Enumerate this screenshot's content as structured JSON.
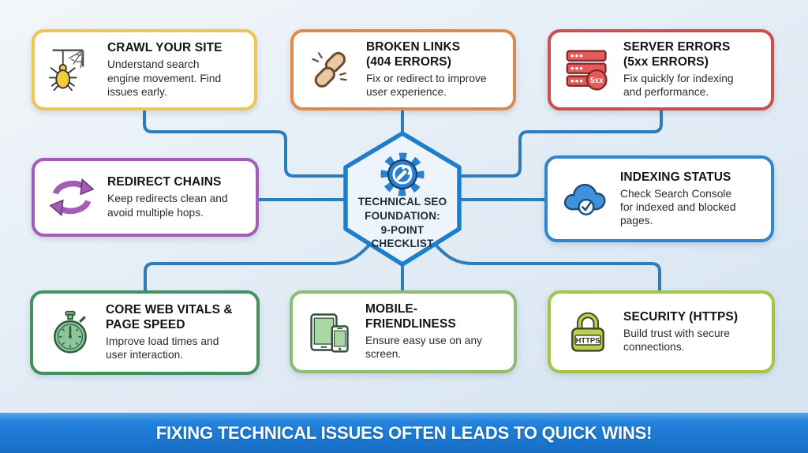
{
  "center": {
    "title": "TECHNICAL SEO\nFOUNDATION:\n9-POINT\nCHECKLIST",
    "icon": "gear-wrench-icon",
    "border_color": "#1e7ec9"
  },
  "cards": [
    {
      "id": "crawl-your-site",
      "title": "CRAWL YOUR SITE",
      "description": "Understand search\nengine movement. Find\nissues early.",
      "icon": "spider-icon",
      "accent": "#ecc94e"
    },
    {
      "id": "broken-links",
      "title": "BROKEN LINKS\n(404 ERRORS)",
      "description": "Fix or redirect to improve\nuser experience.",
      "icon": "broken-chain-icon",
      "accent": "#dd8a4a"
    },
    {
      "id": "server-errors",
      "title": "SERVER ERRORS\n(5xx ERRORS)",
      "description": "Fix quickly for indexing\nand performance.",
      "icon": "server-5xx-icon",
      "badge": "5xx",
      "accent": "#cd4f4c"
    },
    {
      "id": "redirect-chains",
      "title": "REDIRECT CHAINS",
      "description": "Keep redirects clean and\navoid multiple hops.",
      "icon": "redirect-arrows-icon",
      "accent": "#a55cb5"
    },
    {
      "id": "indexing-status",
      "title": "INDEXING STATUS",
      "description": "Check Search Console\nfor indexed and blocked\npages.",
      "icon": "cloud-check-icon",
      "accent": "#2e86d1"
    },
    {
      "id": "core-web-vitals",
      "title": "CORE WEB VITALS &\nPAGE SPEED",
      "description": "Improve load times and\nuser interaction.",
      "icon": "stopwatch-icon",
      "accent": "#41925f"
    },
    {
      "id": "mobile-friendliness",
      "title": "MOBILE-FRIENDLINESS",
      "description": "Ensure easy use on any\nscreen.",
      "icon": "tablet-phone-icon",
      "accent": "#8cbd72"
    },
    {
      "id": "security-https",
      "title": "SECURITY (HTTPS)",
      "description": "Build trust with secure\nconnections.",
      "icon": "padlock-icon",
      "badge": "HTTPS",
      "accent": "#a3c545"
    }
  ],
  "banner": {
    "text": "FIXING TECHNICAL ISSUES OFTEN LEADS TO QUICK WINS!",
    "background": "#1f7cd4",
    "text_color": "#ffffff"
  },
  "colors": {
    "connector": "#2e7db9",
    "hexagon_border": "#1e7ec9",
    "hexagon_fill": "#edf4fb",
    "card_background": "#ffffff"
  }
}
